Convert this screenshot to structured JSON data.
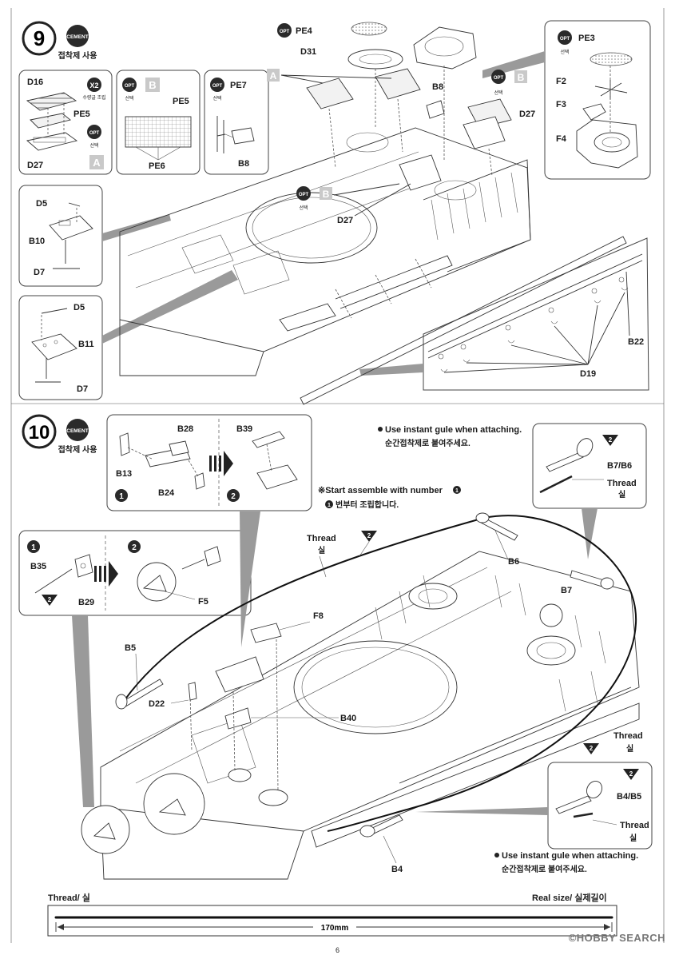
{
  "colors": {
    "ink": "#1a1a1a",
    "panel_border": "#444444",
    "callout_grey": "#9a9a9a",
    "badge_dark": "#2a2a2a",
    "badge_grey": "#c9c9c9"
  },
  "step9": {
    "number": "9",
    "cement_badge": "CEMENT",
    "cement_note": "접착제 사용",
    "inset_d16": {
      "part_a": "D16",
      "part_b": "PE5",
      "part_c": "D27",
      "x2_badge": "X2",
      "x2_note": "수량글 조립",
      "opt_badge": "OPT",
      "opt_note": "선택",
      "option_letter": "A"
    },
    "inset_pe5": {
      "opt_badge": "OPT",
      "opt_note": "선택",
      "option_letter": "B",
      "part_a": "PE5",
      "part_b": "PE6"
    },
    "inset_pe7": {
      "opt_badge": "OPT",
      "opt_note": "선택",
      "part_a": "PE7",
      "part_b": "B8"
    },
    "inset_pe3": {
      "opt_badge": "OPT",
      "opt_note": "선택",
      "part_a": "PE3",
      "part_b": "F2",
      "part_c": "F3",
      "part_d": "F4"
    },
    "inset_b10": {
      "part_a": "D5",
      "part_b": "B10",
      "part_c": "D7"
    },
    "inset_b11": {
      "part_a": "D5",
      "part_b": "B11",
      "part_c": "D7"
    },
    "inset_d19": {
      "part_a": "B22",
      "part_b": "D19"
    },
    "main": {
      "pe4": "PE4",
      "d31": "D31",
      "option_a": "A",
      "b8": "B8",
      "opt_badge": "OPT",
      "opt_note": "선택",
      "option_b": "B",
      "d27_right": "D27",
      "d27_center": "D27"
    }
  },
  "step10": {
    "number": "10",
    "cement_badge": "CEMENT",
    "cement_note": "접착제 사용",
    "inset_b28": {
      "part_a": "B28",
      "part_b": "B13",
      "part_c": "B24",
      "part_d": "B39",
      "step1": "1",
      "step2": "2"
    },
    "note_glue_top": {
      "en": "Use instant gule when attaching.",
      "ko": "순간접착제로 붙여주세요."
    },
    "note_start": {
      "en": "※Start assemble with number",
      "ko": "번부터 조립합니다.",
      "marker": "1"
    },
    "inset_b7": {
      "part": "B7/B6",
      "thread_en": "Thread",
      "thread_ko": "실",
      "badge": "2"
    },
    "inset_b35": {
      "step1": "1",
      "step2": "2",
      "part_a": "B35",
      "part_b": "B29",
      "part_c": "F5",
      "badge": "2"
    },
    "main": {
      "thread_en": "Thread",
      "thread_ko": "실",
      "b6": "B6",
      "b7": "B7",
      "f8": "F8",
      "b5": "B5",
      "d22": "D22",
      "b40": "B40",
      "b4": "B4",
      "thread_right_en": "Thread",
      "thread_right_ko": "실",
      "badge": "2"
    },
    "inset_b4": {
      "part": "B4/B5",
      "thread_en": "Thread",
      "thread_ko": "실",
      "badge": "2"
    },
    "note_glue_bottom": {
      "en": "Use instant gule when attaching.",
      "ko": "순간접착제로 붙여주세요."
    }
  },
  "thread_guide": {
    "label": "Thread/ 실",
    "real_size": "Real size/ 실제길이",
    "length": "170mm"
  },
  "page_number": "6",
  "watermark": "©HOBBY SEARCH"
}
